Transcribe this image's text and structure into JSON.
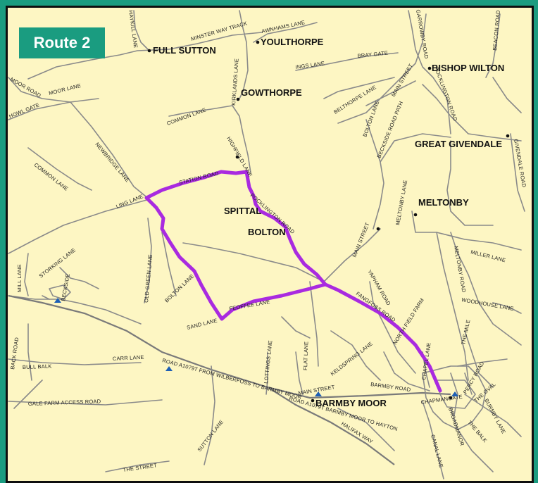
{
  "title": "Route 2",
  "colors": {
    "route": "#a92ae0",
    "background": "#1a9c80",
    "map": "#fdf6c3",
    "road": "#8a8a8a",
    "symbol": "#1e5fb5"
  },
  "places": [
    "FULL SUTTON",
    "YOULTHORPE",
    "BISHOP WILTON",
    "GOWTHORPE",
    "GREAT GIVENDALE",
    "MELTONBY",
    "SPITTAL",
    "BOLTON",
    "BARMBY MOOR"
  ],
  "roads": {
    "haykill_lane": "HAYKILL LANE",
    "minster_way_track": "MINSTER WAY TRACK",
    "awnhams_lane": "AWNHAMS LANE",
    "garrowby_road": "GARROWBY ROAD",
    "beacon_road": "BEACON ROAD",
    "ings_lane": "INGS LANE",
    "bray_gate": "BRAY GATE",
    "main_street_n": "MAIN STREET",
    "pocklington_road_n": "POCKLINGTON ROAD",
    "moor_road": "MOOR ROAD",
    "moor_lane": "MOOR LANE",
    "kirklands_lane": "KIRKLANDS LANE",
    "belthorpe_lane": "BELTHORPE LANE",
    "howl_gate": "HOWL GATE",
    "common_lane_n": "COMMON LANE",
    "bolton_lane_n": "BOLTON LANE",
    "beckside_road_path": "BECKSIDE ROAD PATH",
    "newbridge_lane": "NEWBRIDGE LANE",
    "highfield_lane": "HIGHFIELD LANE",
    "common_lane_w": "COMMON LANE",
    "givendale_road": "GIVENDALE ROAD",
    "station_road": "STATION ROAD",
    "ling_lane": "LING LANE",
    "pocklington_road_s": "POCKLINGTON ROAD",
    "meltonby_lane": "MELTONBY LANE",
    "main_street_m": "MAIN STREET",
    "meltonby_road": "MELTONBY ROAD",
    "miller_lane": "MILLER LANE",
    "storking_lane": "STORKING LANE",
    "mill_lane": "MILL LANE",
    "beckside": "BECKSIDE",
    "old_green_lane": "OLD GREEN LANE",
    "bolton_lane_s": "BOLTON LANE",
    "yapham_road": "YAPHAM ROAD",
    "fangfoss_road": "FANGFOSS ROAD",
    "woodhouse_lane": "WOODHOUSE LANE",
    "feoffee_lane": "FEOFFEE LANE",
    "sand_lane": "SAND LANE",
    "north_field_farm": "NORTH FIELD FARM",
    "the_mile": "THE MILE",
    "back_road": "BACK ROAD",
    "bull_balk": "BULL BALK",
    "carr_lane": "CARR LANE",
    "a1079_a": "ROAD A1079T FROM WILBERFOSS TO BARMBY MOOR",
    "lottings_lane": "LOTTINGS LANE",
    "flat_lane": "FLAT LANE",
    "keldspring_lane": "KELDSPRING LANE",
    "chapel_lane": "CHAPEL LANE",
    "barmby_road": "BARMBY ROAD",
    "main_street_s": "MAIN STREET",
    "chapmangate": "CHAPMANGATE",
    "percy_road": "PERCY ROAD",
    "the_oval": "THE OVAL",
    "gale_farm": "GALE FARM ACCESS ROAD",
    "a1079_b": "ROAD A1079T BARMBY MOOR TO HAYTON",
    "halifax_way": "HALIFAX WAY",
    "burnby_lane": "BURNBY LANE",
    "broadmanor": "BROADMANOR",
    "the_balk": "THE BALK",
    "sutton_lane": "SUTTON LANE",
    "canal_lane": "CANAL LANE",
    "the_street": "THE STREET"
  }
}
